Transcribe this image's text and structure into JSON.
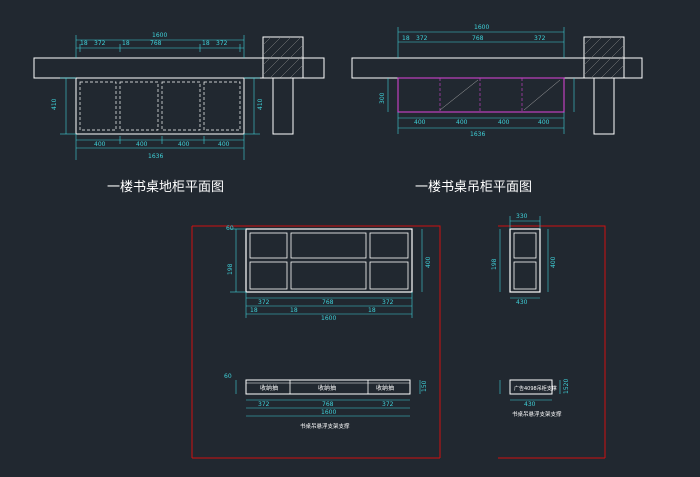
{
  "titles": {
    "ground_floor_desk_cabinet_plan": "一楼书桌地柜平面图",
    "ground_floor_desk_hanging_cabinet_plan": "一楼书桌吊柜平面图"
  },
  "dims": {
    "total_width": "1600",
    "seg_18": "18",
    "seg_372": "372",
    "seg_768": "768",
    "seg_400": "400",
    "seg_1636": "1636",
    "seg_400b": "400",
    "height_410": "410",
    "height_400": "400",
    "seg_300": "300",
    "seg_60": "60",
    "seg_198": "198",
    "seg_18b": "18",
    "side_330": "330",
    "side_430": "430",
    "side_400": "400",
    "side_1520": "1520",
    "seg_150": "150"
  },
  "labels": {
    "drawer_1": "收纳抽",
    "drawer_2": "收纳抽",
    "drawer_3": "收纳抽",
    "caption_front": "书桌吊悬浮支架支撑",
    "caption_side": "书桌吊悬浮支架支撑",
    "side_box": "广告4098吊柜支撑"
  },
  "colors": {
    "background": "#212830",
    "outline": "#ffffff",
    "dimension": "#3fd0d8",
    "hanging_edge": "#c040c0",
    "boundary": "#d01010"
  }
}
